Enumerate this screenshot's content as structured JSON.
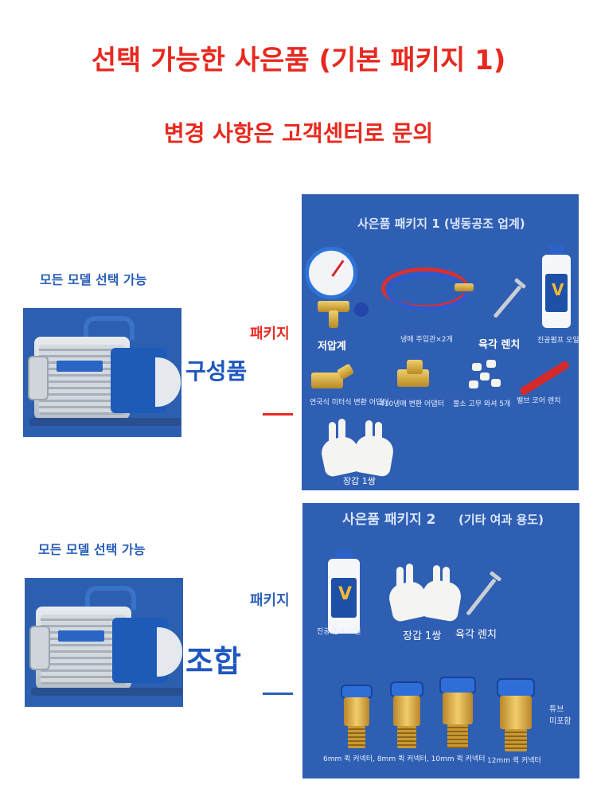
{
  "header": {
    "title": "선택 가능한 사은품 (기본 패키지 1)",
    "subtitle": "변경 사항은 고객센터로 문의"
  },
  "section1": {
    "note": "모든 모델 선택 가능",
    "pkg_tag": "패키지",
    "word": "구성품",
    "package": {
      "title": "사은품 패키지 1 (냉동공조 업계)",
      "items": {
        "gauge": "저압계",
        "hoses": "냉매 주입관×2개",
        "wrench": "육각 렌치",
        "oil": "진공펌프 오일",
        "adapter1": "연국식 미터식 변환 어댑터",
        "adapter2": "410냉매 변환 어댑터",
        "washers": "불소 고무 와셔 5개",
        "valve_tool": "밸브 코어 렌치",
        "gloves": "장갑 1쌍"
      }
    }
  },
  "section2": {
    "note": "모든 모델 선택 가능",
    "pkg_tag": "패키지",
    "word": "조합",
    "package": {
      "title_main": "사은품 패키지 2",
      "title_sub": "(기타 여과 용도)",
      "items": {
        "oil": "진공 펌프 오일",
        "gloves": "장갑 1쌍",
        "wrench": "육각 렌치",
        "tube_note": "튜브\n미포함",
        "couplers": "6mm 퀵 커넥터, 8mm 퀵 커넥터, 10mm 퀵 커넥터",
        "coupler12": "12mm 퀵 커넥터"
      }
    }
  },
  "colors": {
    "accent_red": "#e8291f",
    "accent_blue": "#2a5fb8",
    "panel_blue": "#2f5fb3"
  }
}
